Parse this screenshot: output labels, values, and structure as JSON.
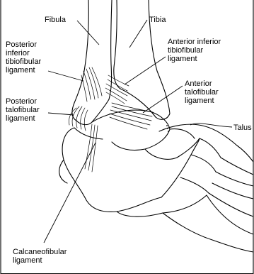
{
  "labels": {
    "fibula": "Fibula",
    "tibia": "Tibia",
    "posterior_inferior_tibiofibular": [
      "Posterior",
      "inferior",
      "tibiofibular",
      "ligament"
    ],
    "anterior_inferior_tibiofibular": [
      "Anterior inferior",
      "tibiofibular",
      "ligament"
    ],
    "anterior_talofibular": [
      "Anterior",
      "talofibular",
      "ligament"
    ],
    "posterior_talofibular": [
      "Posterior",
      "talofibular",
      "ligament"
    ],
    "talus": "Talus",
    "calcaneofibular": [
      "Calcaneofibular",
      "ligament"
    ]
  }
}
